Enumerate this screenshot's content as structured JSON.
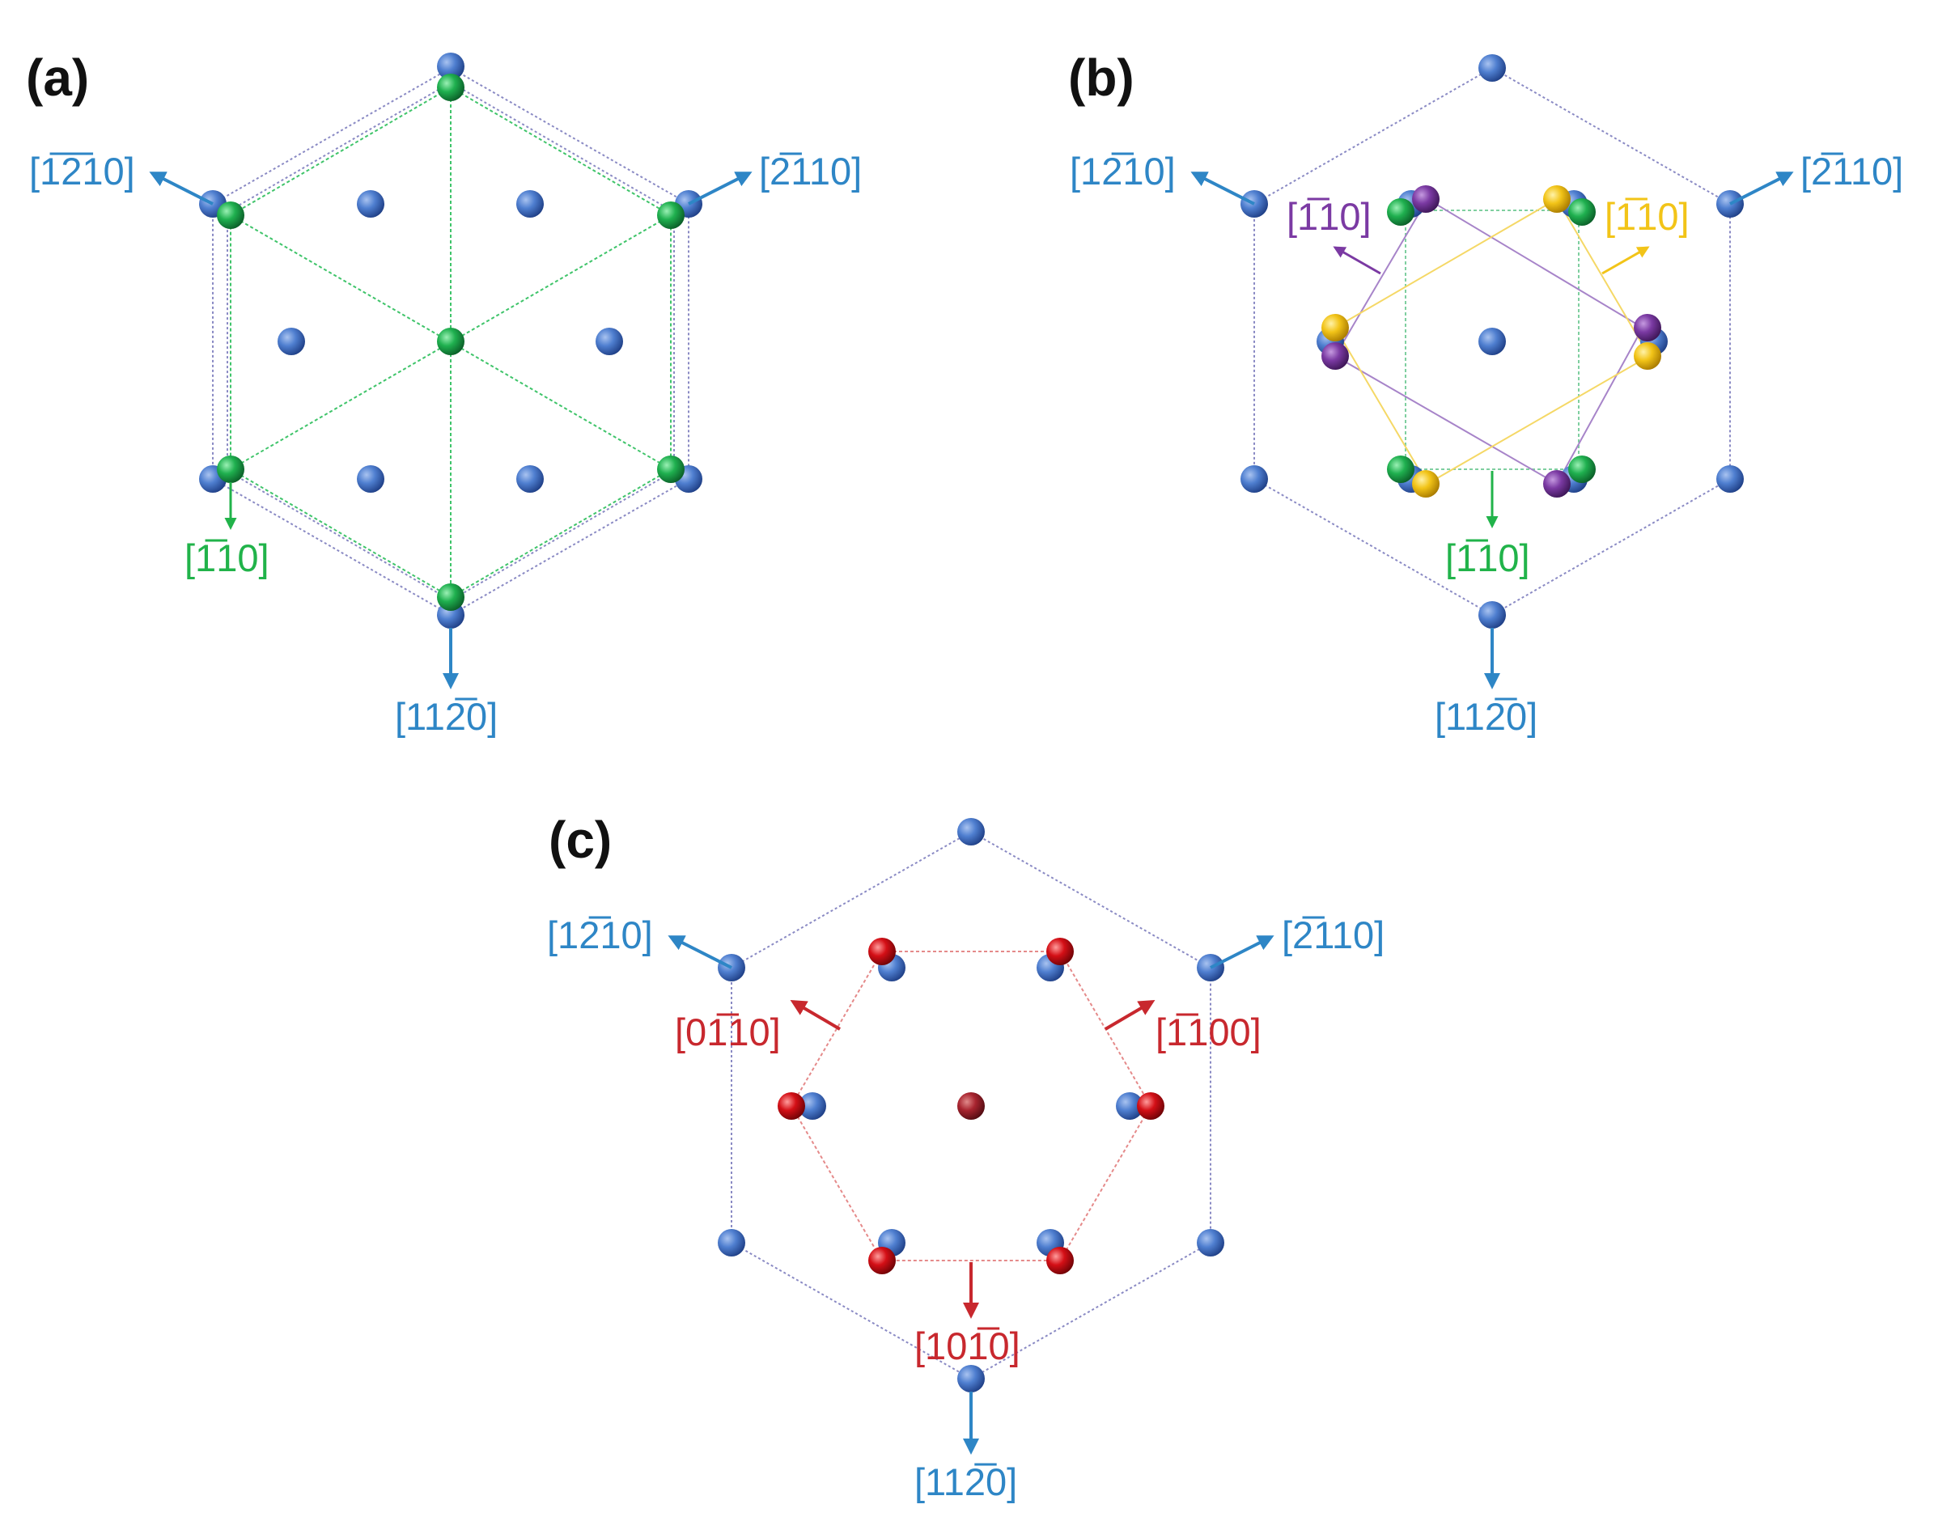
{
  "colors": {
    "blue": "#3f6fc4",
    "blue_text": "#2e86c6",
    "green": "#17a84a",
    "green_text": "#21b34a",
    "purple": "#7b3aa3",
    "yellow": "#f2c418",
    "red": "#d40f16",
    "red_text": "#c8282e",
    "dark_red": "#a8242f",
    "outline": "#8a8ac4",
    "red_line": "#e58a8a"
  },
  "panels": {
    "a": {
      "label": "(a)",
      "dir_1210": "[1̅2̅10]",
      "dir_2110": "[2̅110]",
      "dir_1120": "[112̅0]",
      "dir_green": "[1̅10]"
    },
    "b": {
      "label": "(b)",
      "dir_1210": "[12̅10]",
      "dir_2110": "[2̅110]",
      "dir_1120": "[112̅0]",
      "dir_purple": "[1̅10]",
      "dir_yellow": "[1̅10]",
      "dir_green": "[1̅10]"
    },
    "c": {
      "label": "(c)",
      "dir_1210": "[12̅10]",
      "dir_2110": "[2̅110]",
      "dir_1120": "[112̅0]",
      "dir_0110": "[01̅10]",
      "dir_1100": "[1̅100]",
      "dir_1010": "[101̅0]"
    }
  }
}
